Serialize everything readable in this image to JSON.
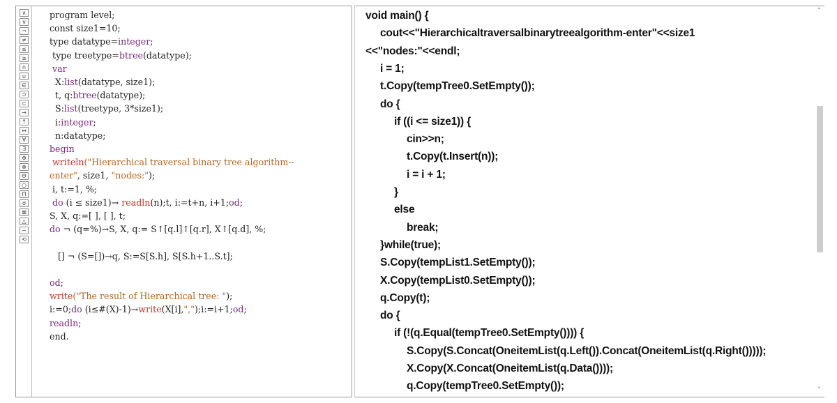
{
  "left": {
    "symbols": [
      "∧",
      "∨",
      "¬",
      "≠",
      "≤",
      "≥",
      "∩",
      "∪",
      "∈",
      "⊃",
      "⊂",
      "→",
      "↑",
      "↔",
      "∀",
      "∃",
      "⊕",
      "⊗",
      "Θ",
      "○",
      "Π",
      "σ",
      "⊠",
      "△",
      "−",
      "⟲"
    ],
    "lines": [
      [
        {
          "t": "program level;",
          "c": ""
        }
      ],
      [
        {
          "t": "const size1=10;",
          "c": ""
        }
      ],
      [
        {
          "t": "type datatype=",
          "c": ""
        },
        {
          "t": "integer",
          "c": "kw"
        },
        {
          "t": ";",
          "c": ""
        }
      ],
      [
        {
          "t": " type treetype=",
          "c": ""
        },
        {
          "t": "btree",
          "c": "kw"
        },
        {
          "t": "(datatype);",
          "c": ""
        }
      ],
      [
        {
          "t": " var",
          "c": "kw"
        }
      ],
      [
        {
          "t": "  X:",
          "c": ""
        },
        {
          "t": "list",
          "c": "kw"
        },
        {
          "t": "(datatype, size1);",
          "c": ""
        }
      ],
      [
        {
          "t": "  t, q:",
          "c": ""
        },
        {
          "t": "btree",
          "c": "kw"
        },
        {
          "t": "(datatype);",
          "c": ""
        }
      ],
      [
        {
          "t": "  S:",
          "c": ""
        },
        {
          "t": "list",
          "c": "kw"
        },
        {
          "t": "(treetype, 3*size1);",
          "c": ""
        }
      ],
      [
        {
          "t": "  i:",
          "c": ""
        },
        {
          "t": "integer",
          "c": "kw"
        },
        {
          "t": ";",
          "c": ""
        }
      ],
      [
        {
          "t": "  n:datatype;",
          "c": ""
        }
      ],
      [
        {
          "t": "begin",
          "c": "kw"
        }
      ],
      [
        {
          "t": " writeln",
          "c": "fn"
        },
        {
          "t": "(\"Hierarchical traversal binary tree algorithm--",
          "c": "str"
        }
      ],
      [
        {
          "t": "enter\"",
          "c": "str"
        },
        {
          "t": ", size1, ",
          "c": ""
        },
        {
          "t": "\"nodes:\"",
          "c": "str"
        },
        {
          "t": ");",
          "c": ""
        }
      ],
      [
        {
          "t": " i, t:=1, %;",
          "c": ""
        }
      ],
      [
        {
          "t": " do",
          "c": "kw"
        },
        {
          "t": " (i ≤ size1)→ ",
          "c": ""
        },
        {
          "t": "readln",
          "c": "fn"
        },
        {
          "t": "(n);t, i:=t+n, i+1;",
          "c": ""
        },
        {
          "t": "od",
          "c": "kw"
        },
        {
          "t": ";",
          "c": ""
        }
      ],
      [
        {
          "t": "S, X, q:=[ ], [ ], t;",
          "c": ""
        }
      ],
      [
        {
          "t": "do",
          "c": "kw"
        },
        {
          "t": " ¬ (q=%)→S, X, q:= S↑[q.l]↑[q.r], X↑[q.d], %;",
          "c": ""
        }
      ],
      [
        {
          "t": "",
          "c": ""
        }
      ],
      [
        {
          "t": "   [] ¬ (S=[])→q, S:=S[S.h], S[S.h+1..S.t];",
          "c": ""
        }
      ],
      [
        {
          "t": "",
          "c": ""
        }
      ],
      [
        {
          "t": "od",
          "c": "kw"
        },
        {
          "t": ";",
          "c": ""
        }
      ],
      [
        {
          "t": "write",
          "c": "fn"
        },
        {
          "t": "(\"The result of Hierarchical tree: \"",
          "c": "str"
        },
        {
          "t": ");",
          "c": ""
        }
      ],
      [
        {
          "t": "i:=0;",
          "c": ""
        },
        {
          "t": "do",
          "c": "kw"
        },
        {
          "t": " (i≤#(X)-1)→",
          "c": ""
        },
        {
          "t": "write",
          "c": "fn"
        },
        {
          "t": "(X[i],",
          "c": ""
        },
        {
          "t": "\",\"",
          "c": "str"
        },
        {
          "t": ");i:=i+1;",
          "c": ""
        },
        {
          "t": "od",
          "c": "kw"
        },
        {
          "t": ";",
          "c": ""
        }
      ],
      [
        {
          "t": "readln",
          "c": "kw"
        },
        {
          "t": ";",
          "c": ""
        }
      ],
      [
        {
          "t": "end.",
          "c": ""
        }
      ]
    ]
  },
  "right": {
    "lines": [
      {
        "t": "void main() {",
        "i": 0
      },
      {
        "t": "cout<<\"Hierarchicaltraversalbinarytreealgorithm-enter\"<<size1",
        "i": 1
      },
      {
        "t": "<<\"nodes:\"<<endl;",
        "i": 0
      },
      {
        "t": "i = 1;",
        "i": 1
      },
      {
        "t": "t.Copy(tempTree0.SetEmpty());",
        "i": 1
      },
      {
        "t": "do {",
        "i": 1
      },
      {
        "t": "if ((i <= size1)) {",
        "i": 2
      },
      {
        "t": "cin>>n;",
        "i": 3
      },
      {
        "t": "t.Copy(t.Insert(n));",
        "i": 3
      },
      {
        "t": "i = i + 1;",
        "i": 3
      },
      {
        "t": "}",
        "i": 2
      },
      {
        "t": "else",
        "i": 2
      },
      {
        "t": "break;",
        "i": 3
      },
      {
        "t": "}while(true);",
        "i": 1
      },
      {
        "t": "S.Copy(tempList1.SetEmpty());",
        "i": 1
      },
      {
        "t": "X.Copy(tempList0.SetEmpty());",
        "i": 1
      },
      {
        "t": "q.Copy(t);",
        "i": 1
      },
      {
        "t": "do {",
        "i": 1
      },
      {
        "t": "if (!(q.Equal(tempTree0.SetEmpty()))) {",
        "i": 2
      },
      {
        "t": "S.Copy(S.Concat(OneitemList(q.Left()).Concat(OneitemList(q.Right()))));",
        "i": 3
      },
      {
        "t": "X.Copy(X.Concat(OneitemList(q.Data())));",
        "i": 3
      },
      {
        "t": "q.Copy(tempTree0.SetEmpty());",
        "i": 3
      }
    ],
    "scroll_up_icon": "˄",
    "scroll_down_icon": "˅"
  }
}
